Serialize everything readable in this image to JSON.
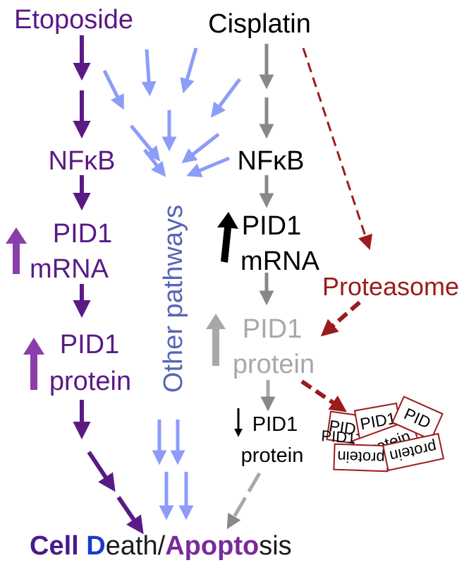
{
  "drugs": {
    "etoposide": "Etoposide",
    "cisplatin": "Cisplatin"
  },
  "etoposide_path": {
    "nfkb": "NFκB",
    "mrna_line1": "PID1",
    "mrna_line2": "mRNA",
    "protein_line1": "PID1",
    "protein_line2": "protein"
  },
  "other": {
    "label": "Other pathways"
  },
  "cisplatin_path": {
    "nfkb": "NFκB",
    "mrna_line1": "PID1",
    "mrna_line2": "mRNA",
    "protein_line1": "PID1",
    "protein_line2": "protein",
    "reduced_line1": "PID1",
    "reduced_line2": "protein"
  },
  "proteasome": {
    "label": "Proteasome",
    "fragments": [
      "PID1",
      "PID1",
      "protein",
      "PID",
      "protein",
      "protein",
      "PID1"
    ]
  },
  "outcome": {
    "part1": "Cell ",
    "part2": "D",
    "part3": "eath/",
    "part4": "Apopto",
    "part5": "sis"
  },
  "colors": {
    "etoposide": "#5a1a85",
    "etoposide_up": "#8a3ea8",
    "other": "#8c9cf8",
    "other_text": "#5766b8",
    "cisplatin": "#888888",
    "cisplatin_text": "#000000",
    "protein_faded": "#a8a8a8",
    "proteasome": "#9b1c1c",
    "cell": "#4a1a8a",
    "death_d": "#1a3acc",
    "apopto": "#7a2a9a",
    "sis": "#1a1a1a"
  }
}
